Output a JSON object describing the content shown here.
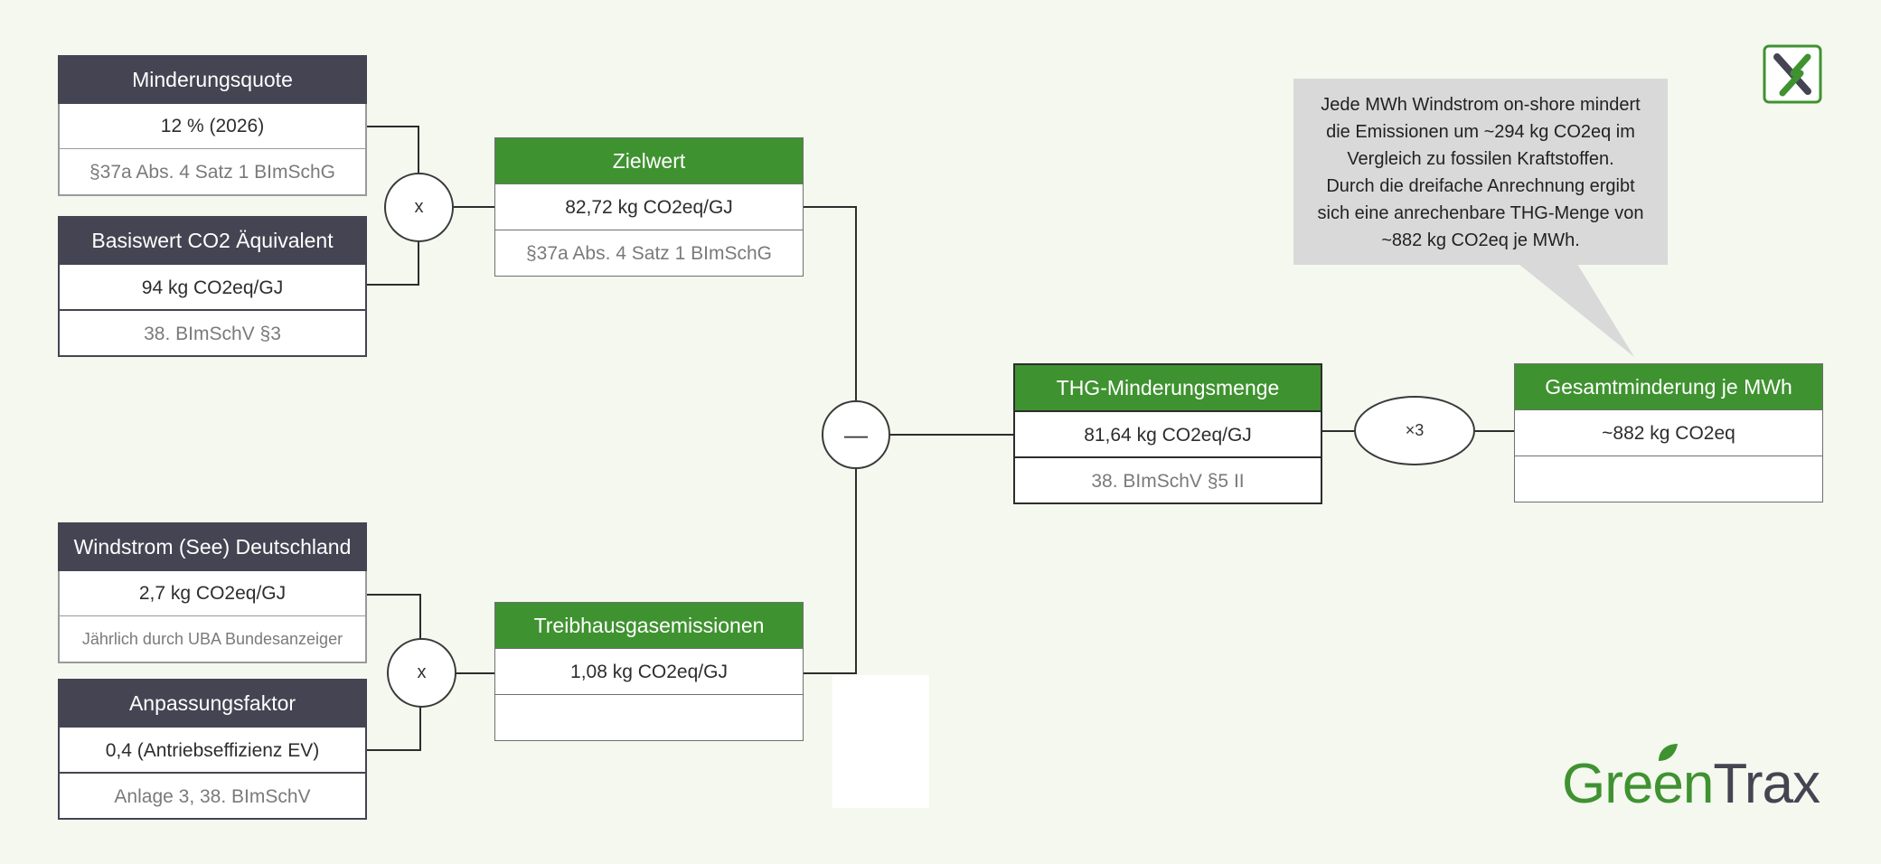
{
  "colors": {
    "background": "#f4f8ef",
    "dark_header": "#444452",
    "green_header": "#3f9230",
    "callout": "#d9d9d9"
  },
  "boxes": {
    "minderungsquote": {
      "title": "Minderungsquote",
      "value": "12 % (2026)",
      "ref": "§37a Abs. 4 Satz 1 BImSchG"
    },
    "basiswert": {
      "title": "Basiswert CO2 Äquivalent",
      "value": "94 kg CO2eq/GJ",
      "ref": "38. BImSchV §3"
    },
    "zielwert": {
      "title": "Zielwert",
      "value": "82,72 kg CO2eq/GJ",
      "ref": "§37a Abs. 4 Satz 1 BImSchG"
    },
    "windstrom": {
      "title": "Windstrom (See) Deutschland",
      "value": "2,7 kg CO2eq/GJ",
      "ref": "Jährlich durch UBA Bundesanzeiger"
    },
    "anpassungsfaktor": {
      "title": "Anpassungsfaktor",
      "value": "0,4 (Antriebseffizienz EV)",
      "ref": "Anlage 3, 38. BImSchV"
    },
    "treibhausgasemissionen": {
      "title": "Treibhausgasemissionen",
      "value": "1,08 kg CO2eq/GJ",
      "ref": ""
    },
    "thg_minderungsmenge": {
      "title": "THG-Minderungsmenge",
      "value": "81,64 kg CO2eq/GJ",
      "ref": "38. BImSchV §5 II"
    },
    "gesamtminderung": {
      "title": "Gesamtminderung je MWh",
      "value": "~882 kg CO2eq",
      "ref": ""
    }
  },
  "operators": {
    "multiply_top": "x",
    "multiply_bottom": "x",
    "subtract": "—",
    "triple": "×3"
  },
  "callout": {
    "lines": [
      "Jede MWh Windstrom on-shore mindert",
      "die Emissionen um ~294 kg CO2eq im",
      "Vergleich zu fossilen Kraftstoffen.",
      "Durch die dreifache Anrechnung ergibt",
      "sich eine anrechenbare THG-Menge von",
      "~882 kg CO2eq je MWh."
    ]
  },
  "logo": {
    "part1": "Green",
    "part2": "Trax"
  },
  "icons": {
    "corner": "greentrax-mark-icon"
  }
}
